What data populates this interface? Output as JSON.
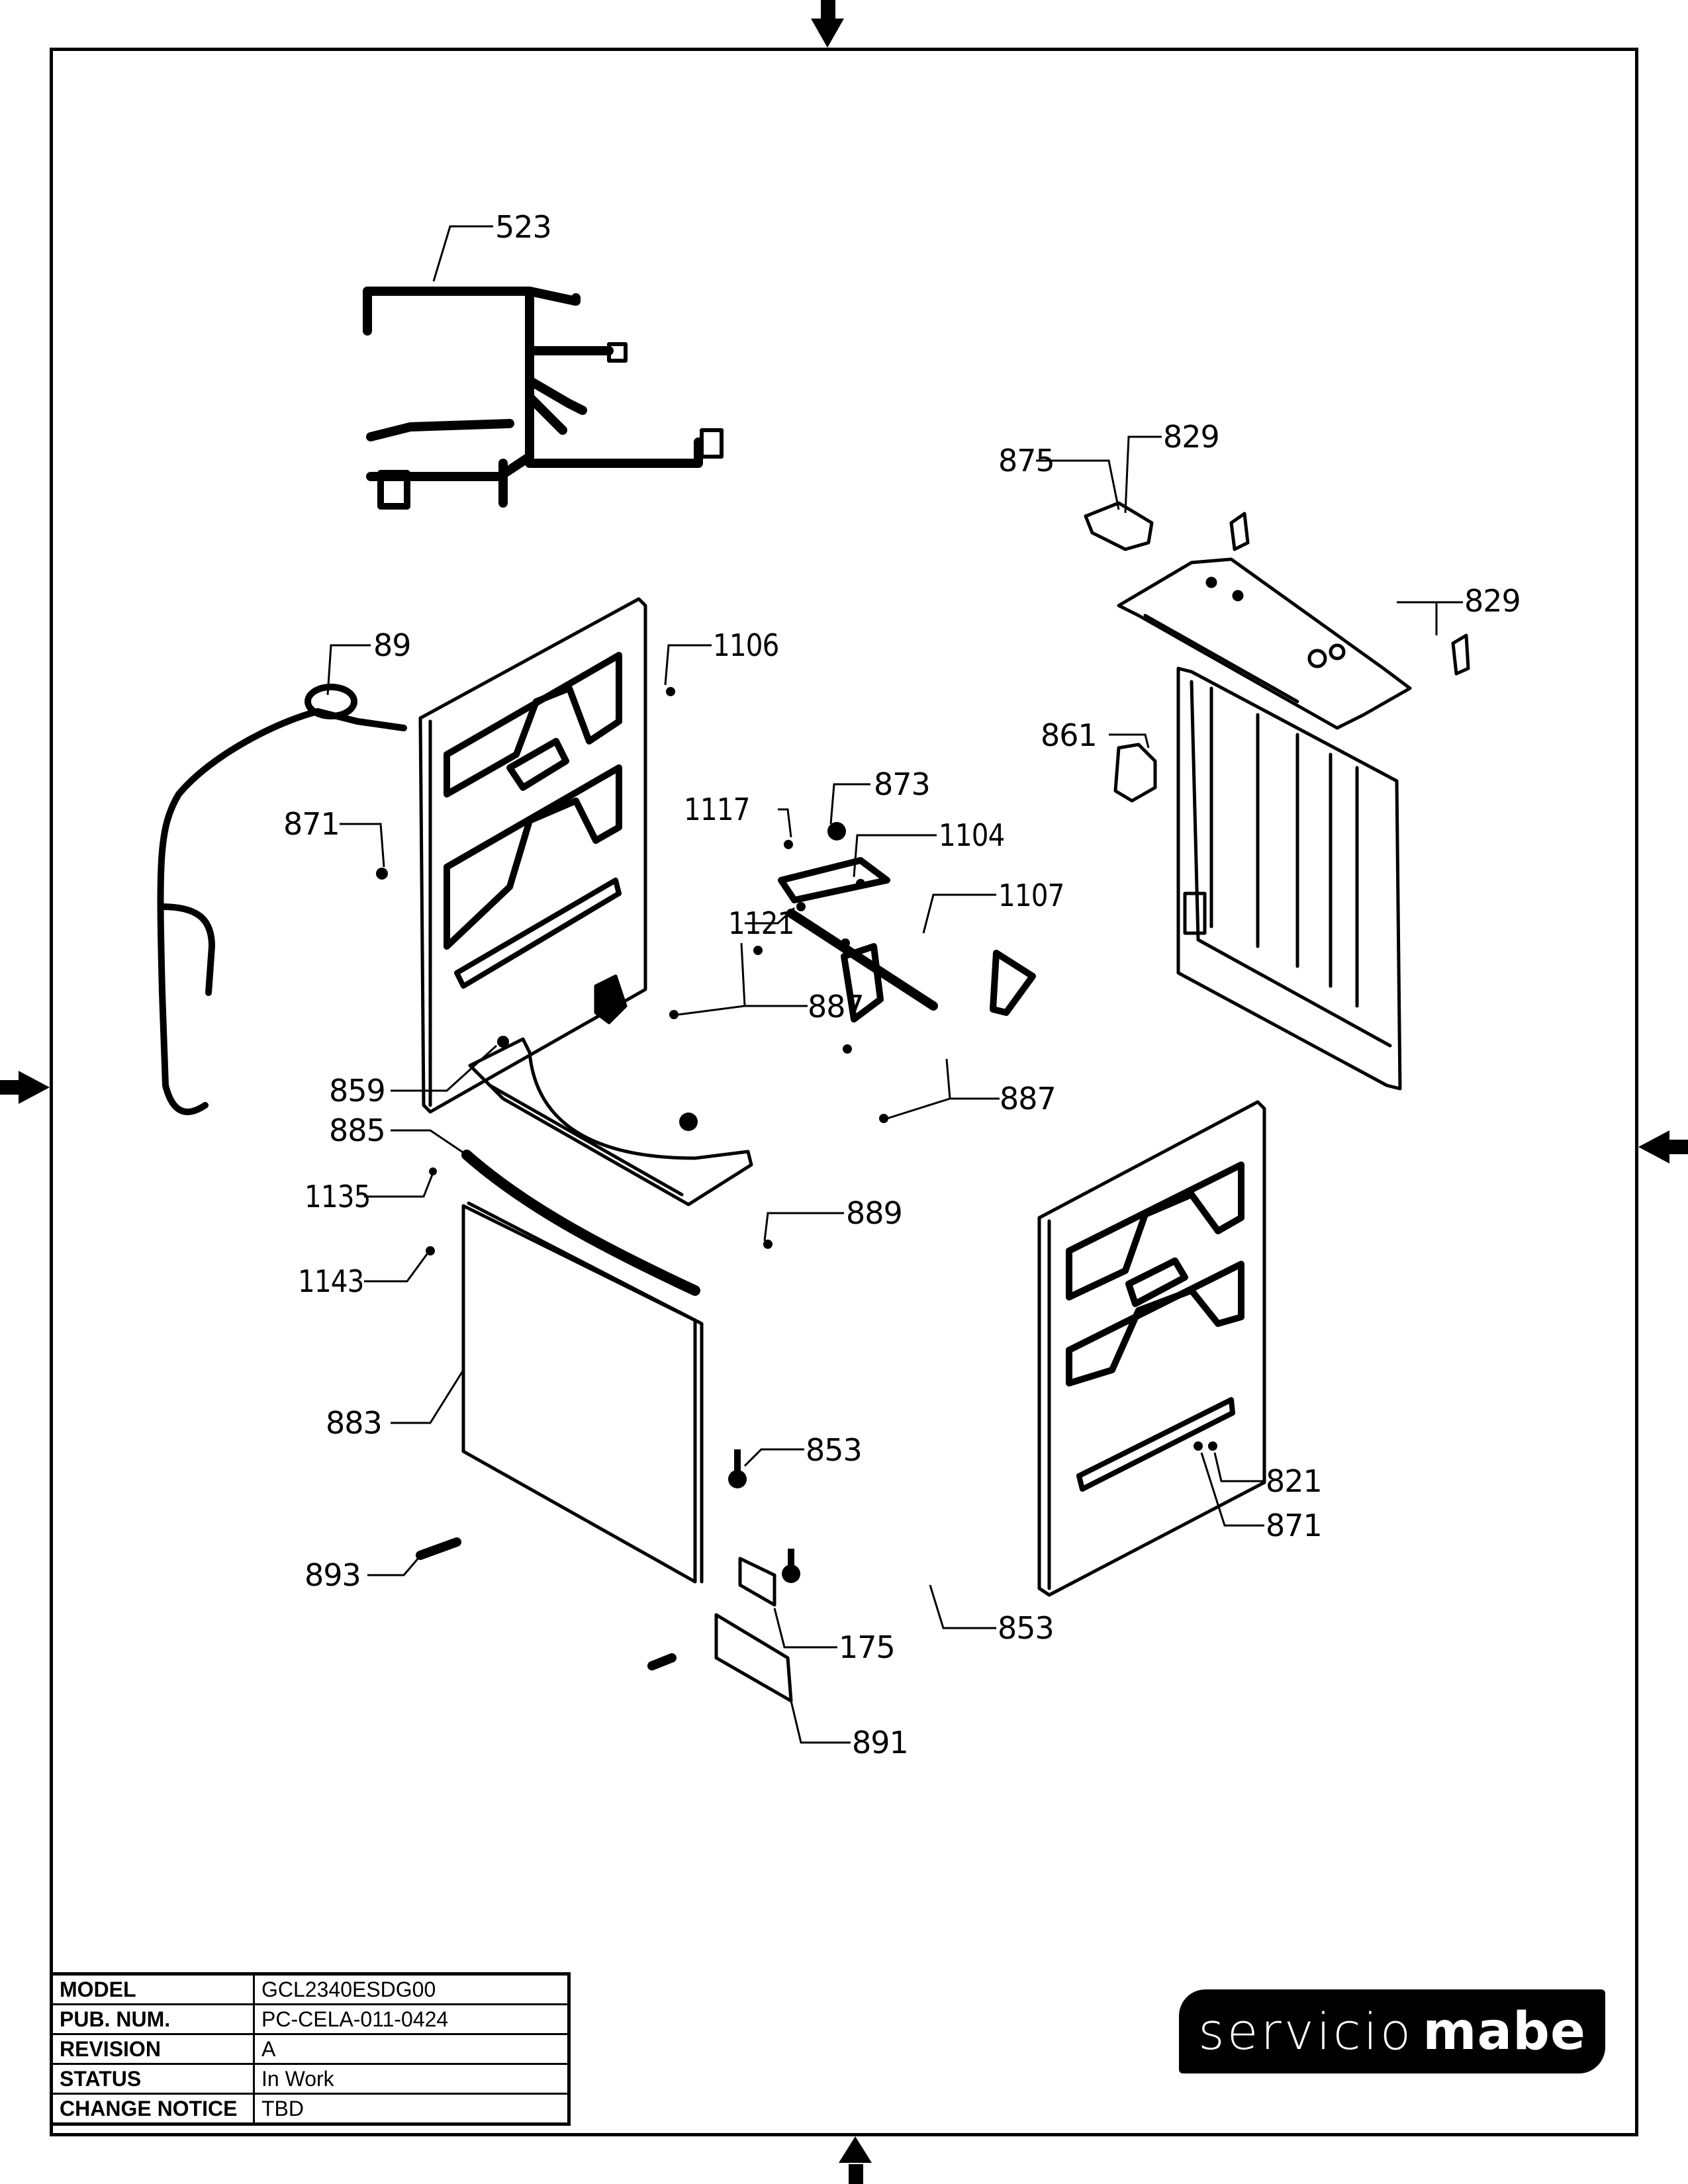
{
  "document": {
    "type": "exploded parts diagram",
    "callouts": [
      {
        "id": "523",
        "part": "wire-harness"
      },
      {
        "id": "875",
        "part": "bracket"
      },
      {
        "id": "829",
        "part": "clip-upper"
      },
      {
        "id": "829",
        "part": "clip-right"
      },
      {
        "id": "89",
        "part": "hose"
      },
      {
        "id": "1106",
        "part": "screw"
      },
      {
        "id": "861",
        "part": "switch"
      },
      {
        "id": "873",
        "part": "foot-pad"
      },
      {
        "id": "1117",
        "part": "screw"
      },
      {
        "id": "1104",
        "part": "bracket-screw"
      },
      {
        "id": "871",
        "part": "screw-left"
      },
      {
        "id": "1107",
        "part": "screw"
      },
      {
        "id": "1121",
        "part": "screw"
      },
      {
        "id": "887",
        "part": "screw-center"
      },
      {
        "id": "859",
        "part": "screw"
      },
      {
        "id": "887",
        "part": "screw-right"
      },
      {
        "id": "885",
        "part": "gasket"
      },
      {
        "id": "1135",
        "part": "screw"
      },
      {
        "id": "889",
        "part": "screw"
      },
      {
        "id": "1143",
        "part": "screw"
      },
      {
        "id": "883",
        "part": "door-panel"
      },
      {
        "id": "853",
        "part": "leveling-leg-upper"
      },
      {
        "id": "821",
        "part": "screw"
      },
      {
        "id": "871",
        "part": "screw-right"
      },
      {
        "id": "893",
        "part": "hinge-pin"
      },
      {
        "id": "853",
        "part": "leveling-leg-lower"
      },
      {
        "id": "175",
        "part": "label"
      },
      {
        "id": "891",
        "part": "kick-plate"
      }
    ]
  },
  "title_block": [
    {
      "label": "MODEL",
      "value": "GCL2340ESDG00"
    },
    {
      "label": "PUB. NUM.",
      "value": "PC-CELA-011-0424"
    },
    {
      "label": "REVISION",
      "value": "A"
    },
    {
      "label": "STATUS",
      "value": "In Work"
    },
    {
      "label": "CHANGE NOTICE",
      "value": "TBD"
    }
  ],
  "logo": {
    "light": "servicio",
    "bold": "mabe"
  }
}
